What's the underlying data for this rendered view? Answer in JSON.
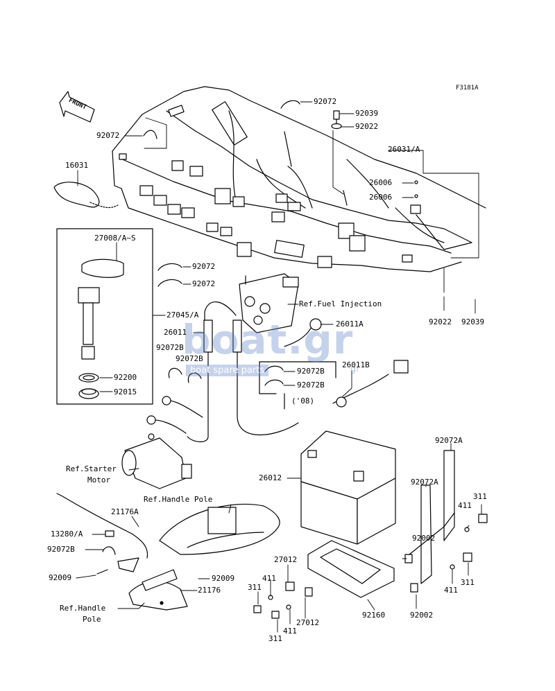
{
  "figure_code": "F3181A",
  "front_label": "FRONT",
  "watermark": {
    "text": "boat.gr",
    "sub": "boat spare parts",
    "suffix": "gr"
  },
  "labels": {
    "p92072_top": "92072",
    "p92039_top": "92039",
    "p92022_top": "92022",
    "p92072_left": "92072",
    "p26031": "26031/A",
    "p16031": "16031",
    "p26006_a": "26006",
    "p26006_b": "26006",
    "p27008": "27008/A~S",
    "p92072_m1": "92072",
    "p92072_m2": "92072",
    "ref_fuel": "Ref.Fuel Injection",
    "p27045": "27045/A",
    "p26011": "26011",
    "p26011a": "26011A",
    "p92072b_1": "92072B",
    "p92072b_2": "92072B",
    "p26011b": "26011B",
    "p92072b_3": "92072B",
    "p92072b_4": "92072B",
    "p92200": "92200",
    "p92015": "92015",
    "year08": "('08)",
    "p92022_r": "92022",
    "p92039_r": "92039",
    "p92072a_1": "92072A",
    "ref_starter_1": "Ref.Starter",
    "ref_starter_2": "Motor",
    "p26012": "26012",
    "p92072a_2": "92072A",
    "ref_handle_top": "Ref.Handle Pole",
    "p311_a": "311",
    "p411_a": "411",
    "p21176a": "21176A",
    "p13280": "13280/A",
    "p92002_a": "92002",
    "p92072b_5": "92072B",
    "p27012_a": "27012",
    "p92009_a": "92009",
    "p92009_b": "92009",
    "p411_b": "411",
    "p311_b": "311",
    "p411_c": "411",
    "p21176": "21176",
    "p311_c": "311",
    "ref_handle_1": "Ref.Handle",
    "ref_handle_2": "Pole",
    "p92160": "92160",
    "p92002_b": "92002",
    "p27012_b": "27012",
    "p411_d": "411",
    "p311_d": "311"
  }
}
